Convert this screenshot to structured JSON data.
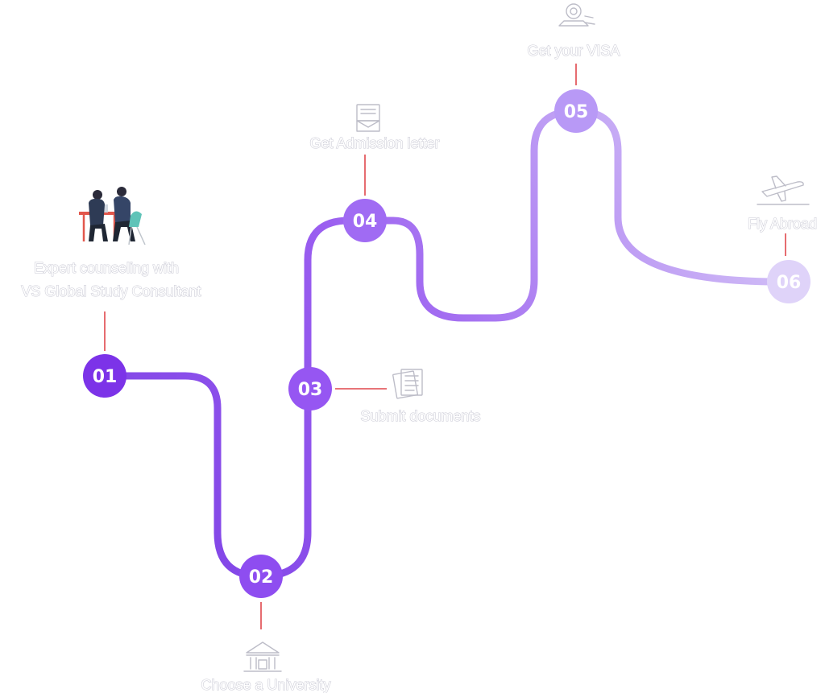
{
  "colors": {
    "path_start": "#7b3fe4",
    "path_end": "#d9ccf7",
    "connector": "#e0474c",
    "label_outline": "#c9c9d4",
    "icon_stroke": "#bdbdc8"
  },
  "steps": [
    {
      "number": "01",
      "label_line1": "Expert counseling with",
      "label_line2": "VS Global Study Consultant",
      "icon": "consultants-meeting-icon",
      "node_color": "#7c33e8"
    },
    {
      "number": "02",
      "label": "Choose a University",
      "icon": "university-building-icon",
      "node_color": "#8e4df0"
    },
    {
      "number": "03",
      "label": "Submit documents",
      "icon": "documents-stack-icon",
      "node_color": "#9656f2"
    },
    {
      "number": "04",
      "label": "Get Admission letter",
      "icon": "envelope-letter-icon",
      "node_color": "#a06bf3"
    },
    {
      "number": "05",
      "label": "Get your VISA",
      "icon": "visa-stamp-icon",
      "node_color": "#b899f6"
    },
    {
      "number": "06",
      "label": "Fly Abroad",
      "icon": "airplane-takeoff-icon",
      "node_color": "#dfd3f9"
    }
  ]
}
